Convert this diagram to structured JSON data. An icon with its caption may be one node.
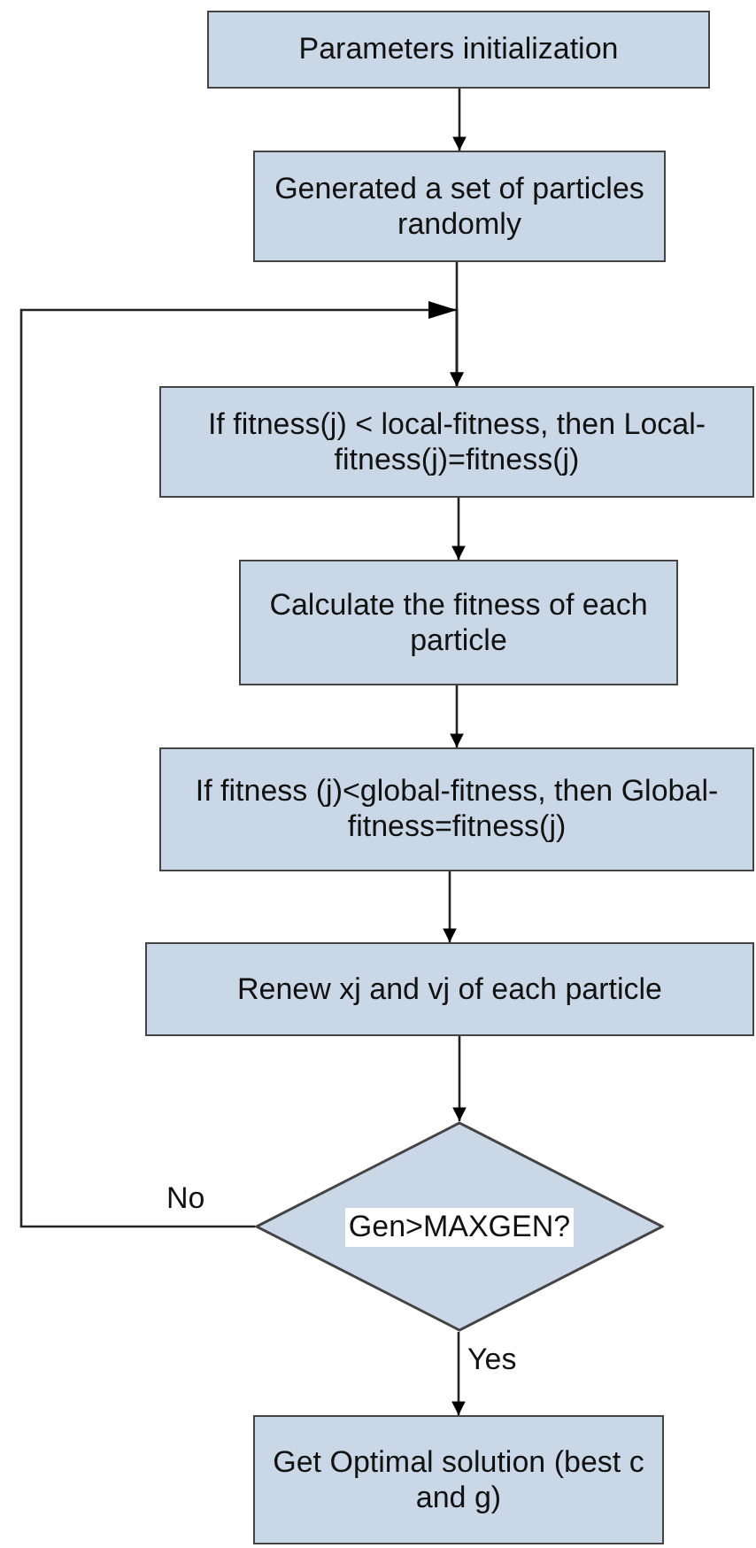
{
  "diagram": {
    "nodes": [
      {
        "text": [
          "Parameters initialization"
        ]
      },
      {
        "text": [
          "Generated a set of particles randomly"
        ]
      },
      {
        "text": [
          "If fitness(j) < local-fitness, then Local-fitness(j)=fitness(j)"
        ]
      },
      {
        "text": [
          "Calculate the fitness of each particle"
        ]
      },
      {
        "text": [
          "If fitness (j)<global-fitness, then Global-fitness=fitness(j)"
        ]
      },
      {
        "text": [
          "Renew xj and vj of each particle"
        ]
      },
      {
        "text": [
          "Gen>MAXGEN?"
        ]
      },
      {
        "text": [
          "Get Optimal solution (best c and g)"
        ]
      }
    ],
    "edges": [
      {
        "from": 0,
        "to": 1,
        "arrow": "to"
      },
      {
        "from": 1,
        "to": 2,
        "arrow": "to"
      },
      {
        "from": 2,
        "to": 3,
        "arrow": "to"
      },
      {
        "from": 3,
        "to": 4,
        "arrow": "to"
      },
      {
        "from": 4,
        "to": 5,
        "arrow": "to"
      },
      {
        "from": 5,
        "to": 6,
        "arrow": "to"
      },
      {
        "from": 6,
        "to": 7,
        "label": "Yes",
        "arrow": "to"
      },
      {
        "from": 6,
        "to": 2,
        "label": "No",
        "arrow": "to"
      }
    ]
  }
}
